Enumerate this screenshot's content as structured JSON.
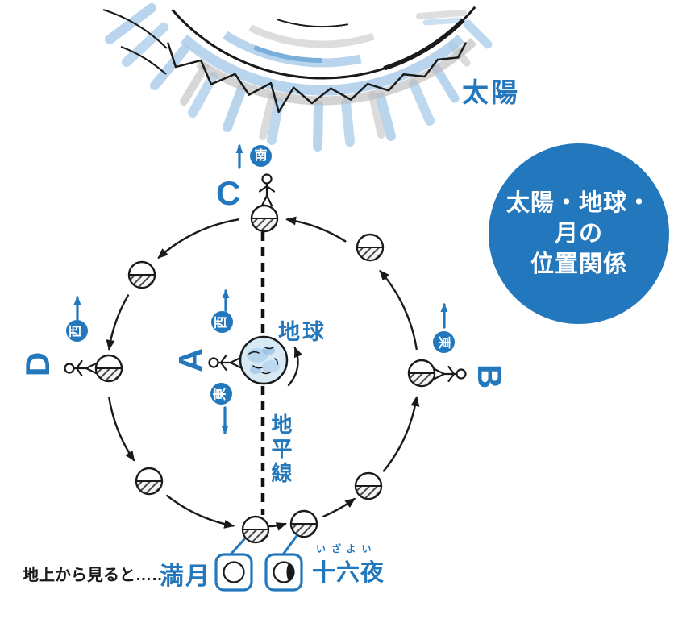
{
  "sun": {
    "label": "太陽"
  },
  "info_circle": {
    "line1": "太陽・地球・",
    "line2": "月の",
    "line3": "位置関係"
  },
  "earth": {
    "label": "地球"
  },
  "horizon": {
    "label": "地平線"
  },
  "positions": {
    "a": "A",
    "b": "B",
    "c": "C",
    "d": "D"
  },
  "direction_badges": {
    "south_at_c": "南",
    "west_at_a": "西",
    "east_at_a": "東",
    "west_at_d": "西",
    "east_at_b": "東"
  },
  "bottom_caption": {
    "prefix": "地上から見ると……",
    "full_moon": "満月",
    "izayoi_furigana": "いざよい",
    "izayoi": "十六夜"
  },
  "colors": {
    "accent_blue": "#2377bc",
    "crayon_blue": "#a8cbe9",
    "crayon_gray": "#bdbdbd",
    "ink": "#1a1a1a"
  }
}
